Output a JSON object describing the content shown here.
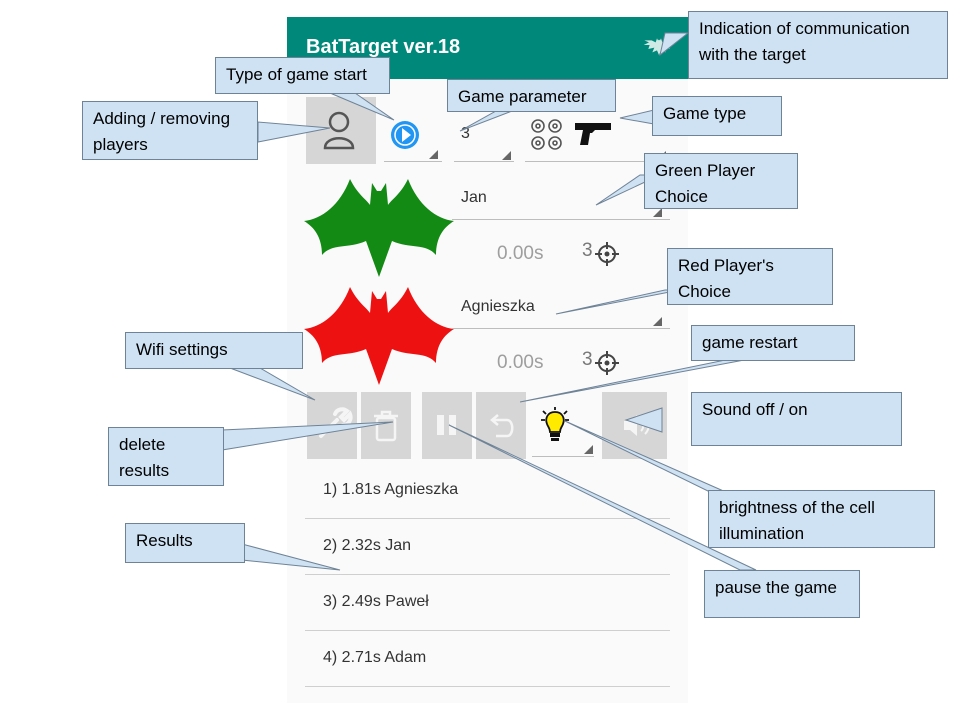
{
  "app": {
    "title": "BatTarget ver.18"
  },
  "controls": {
    "game_parameter_value": "3"
  },
  "players": {
    "green": {
      "name": "Jan",
      "time": "0.00s",
      "hits": "3"
    },
    "red": {
      "name": "Agnieszka",
      "time": "0.00s",
      "hits": "3"
    }
  },
  "results": [
    {
      "text": "1) 1.81s Agnieszka"
    },
    {
      "text": "2) 2.32s Jan"
    },
    {
      "text": "3) 2.49s Paweł"
    },
    {
      "text": "4) 2.71s Adam"
    }
  ],
  "callouts": {
    "communication": "Indication of communication with the target",
    "start_type": "Type of game start",
    "game_parameter": "Game parameter",
    "players": "Adding / removing players",
    "game_type": "Game type",
    "green_player": "Green Player Choice",
    "red_player": "Red Player's Choice",
    "wifi": "Wifi settings",
    "restart": "game restart",
    "sound": "Sound off / on",
    "delete": "delete results",
    "brightness": "brightness of the cell illumination",
    "results": "Results",
    "pause": "pause the game"
  },
  "colors": {
    "appbar": "#00897b",
    "green_bat": "#138a13",
    "red_bat": "#ee1111",
    "callout_bg": "#cfe2f3"
  },
  "icons": [
    "bat-icon",
    "person-icon",
    "play-icon",
    "targets-icon",
    "pistol-icon",
    "crosshair-icon",
    "wrench-icon",
    "trash-icon",
    "pause-icon",
    "undo-icon",
    "bulb-icon",
    "speaker-icon"
  ]
}
